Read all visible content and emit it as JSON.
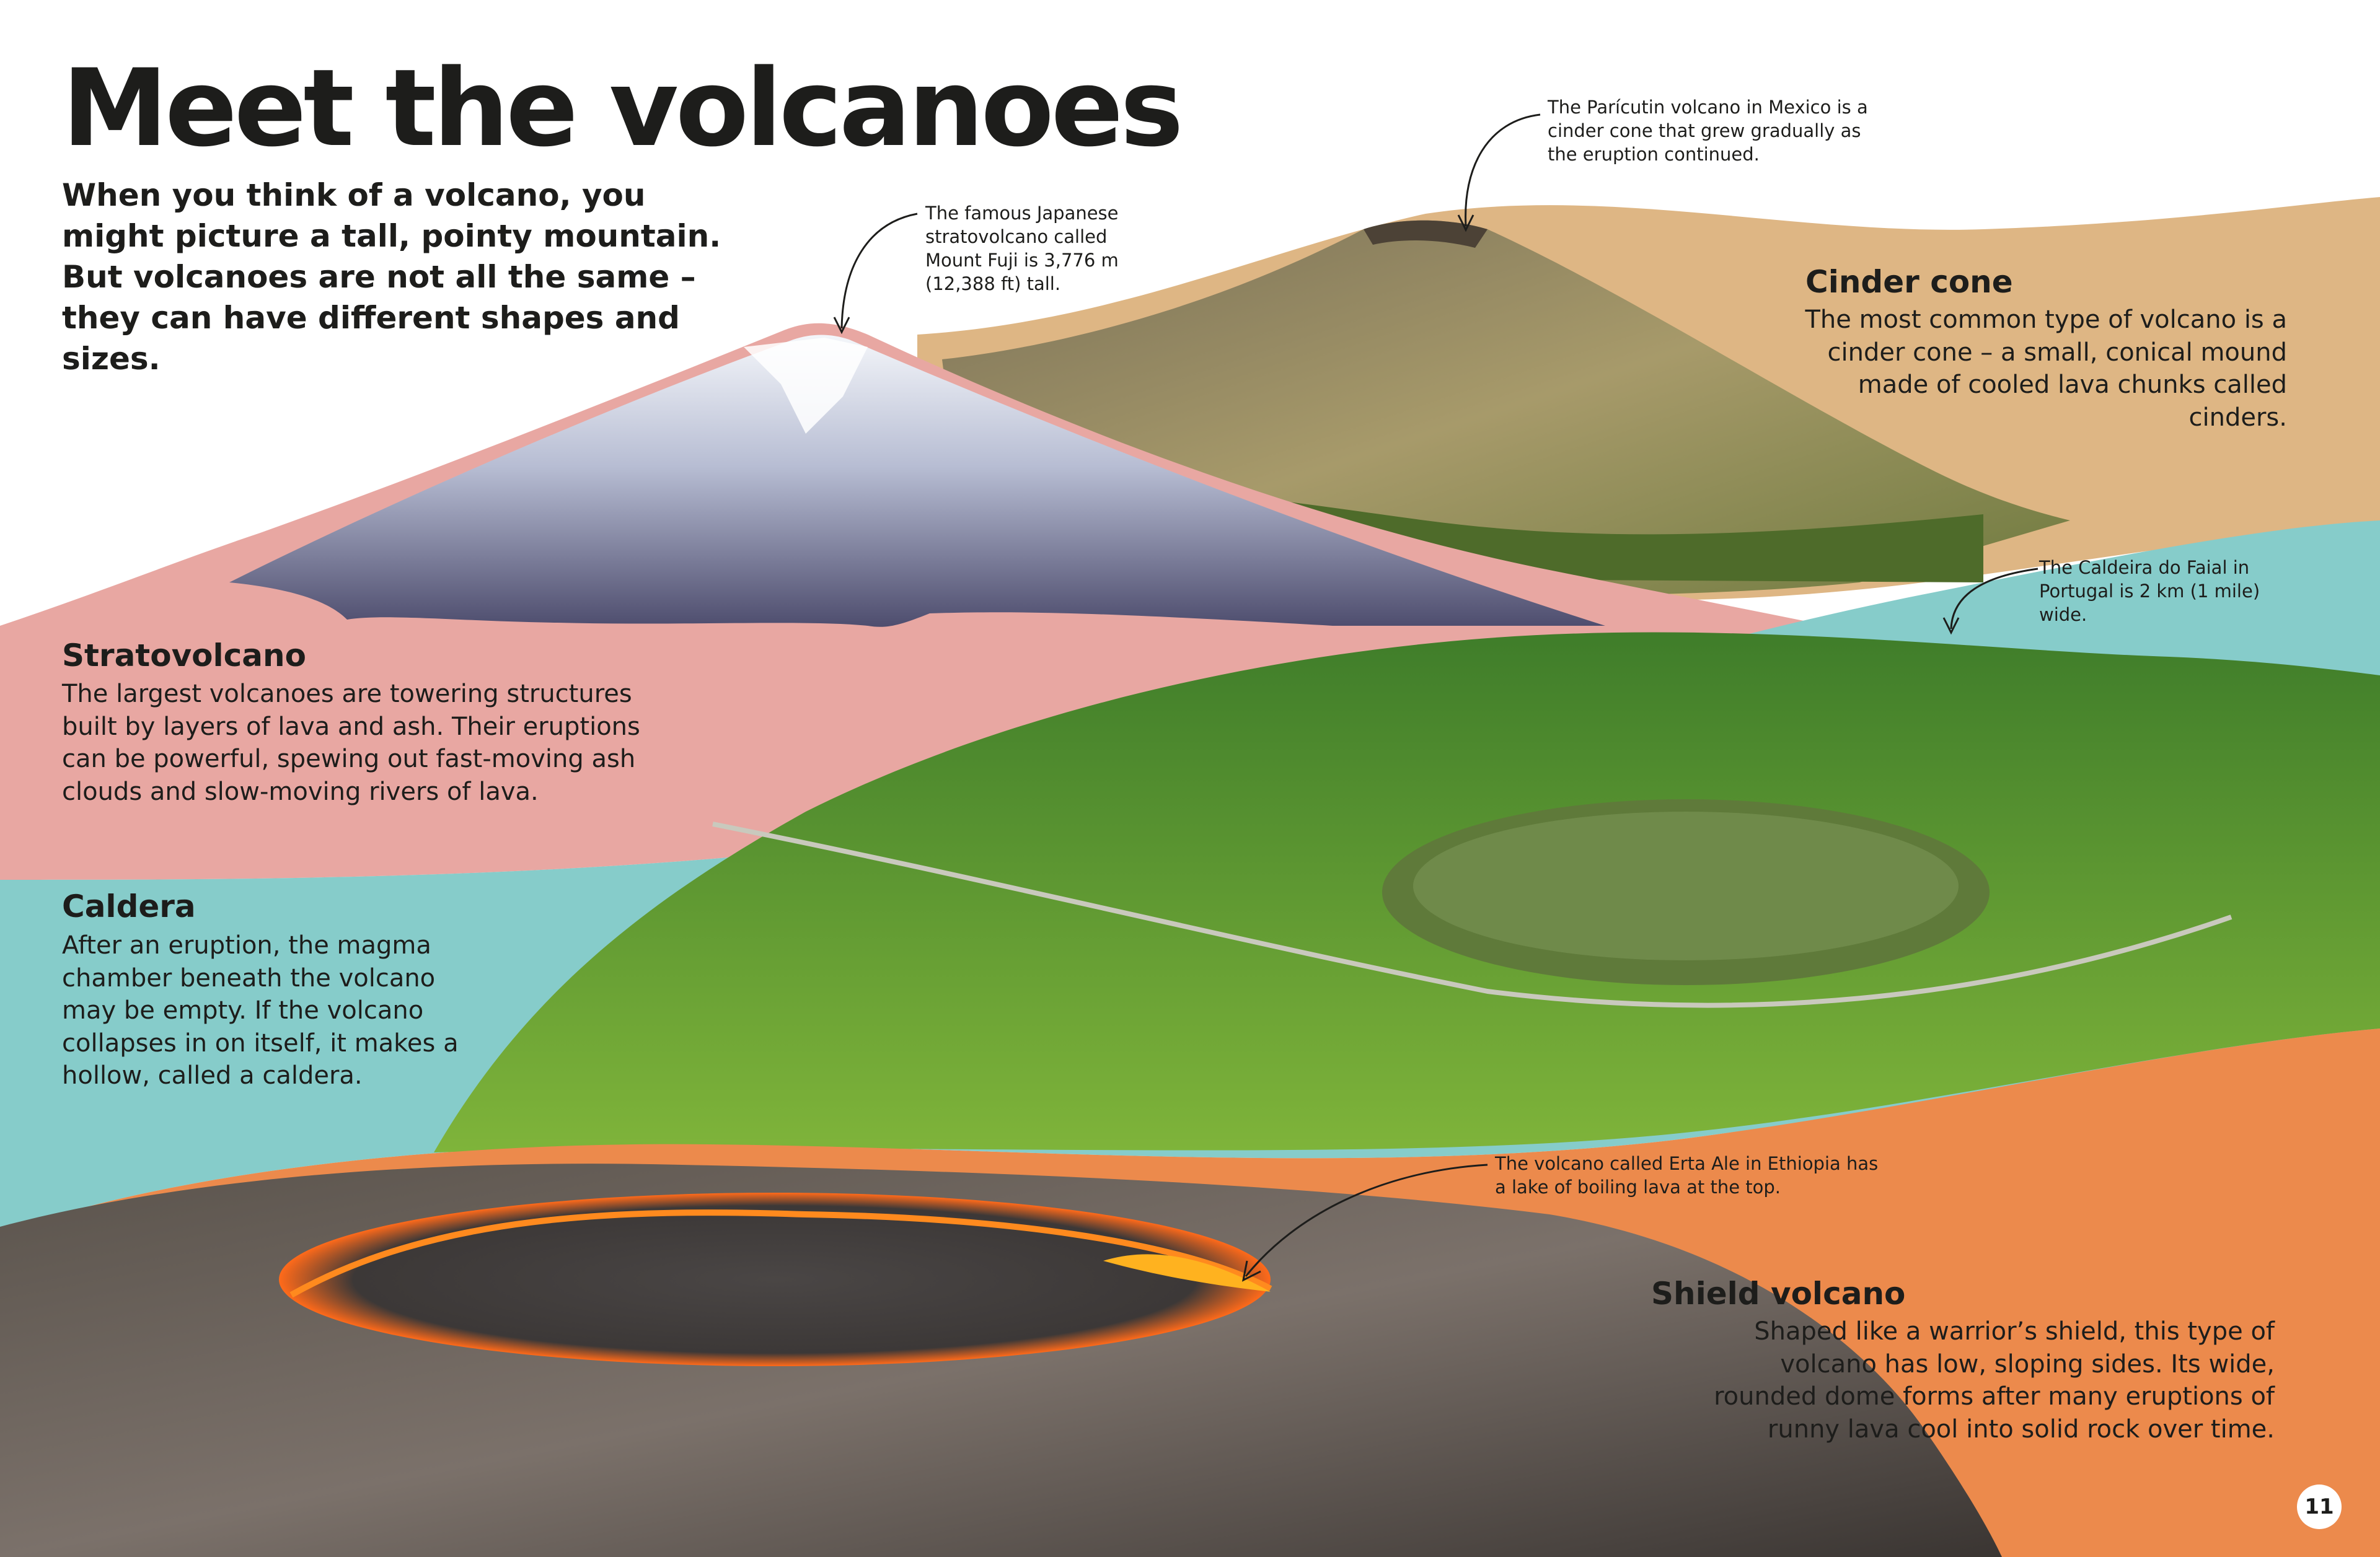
{
  "page": {
    "title": "Meet the volcanoes",
    "intro": "When you think of a volcano, you might picture a tall, pointy mountain. But volcanoes are not all the same – they can have different shapes and sizes.",
    "page_number": "11"
  },
  "sections": {
    "cinder_cone": {
      "heading": "Cinder cone",
      "body": "The most common type of volcano is a cinder cone – a small, conical mound made of cooled lava chunks called cinders.",
      "caption": "The Parícutin volcano in Mexico is a cinder cone that grew gradually as the eruption continued.",
      "color": "#DEB684"
    },
    "stratovolcano": {
      "heading": "Stratovolcano",
      "body": "The largest volcanoes are towering structures built by layers of lava and ash. Their eruptions can be powerful, spewing out fast-moving ash clouds and slow-moving rivers of lava.",
      "caption": "The famous Japanese stratovolcano called Mount Fuji is 3,776 m (12,388 ft) tall.",
      "color": "#E8A7A2"
    },
    "caldera": {
      "heading": "Caldera",
      "body": "After an eruption, the magma chamber beneath the volcano may be empty. If the volcano collapses in on itself, it makes a hollow, called a caldera.",
      "caption": "The Caldeira do Faial in Portugal is 2 km (1 mile) wide.",
      "color": "#86CCCA"
    },
    "shield_volcano": {
      "heading": "Shield volcano",
      "body": "Shaped like a warrior’s shield, this type of volcano has low, sloping sides. Its wide, rounded dome forms after many eruptions of runny lava cool into solid rock over time.",
      "caption": "The volcano called Erta Ale in Ethiopia has a lake of boiling lava at the top.",
      "color": "#EC8A4C"
    }
  }
}
